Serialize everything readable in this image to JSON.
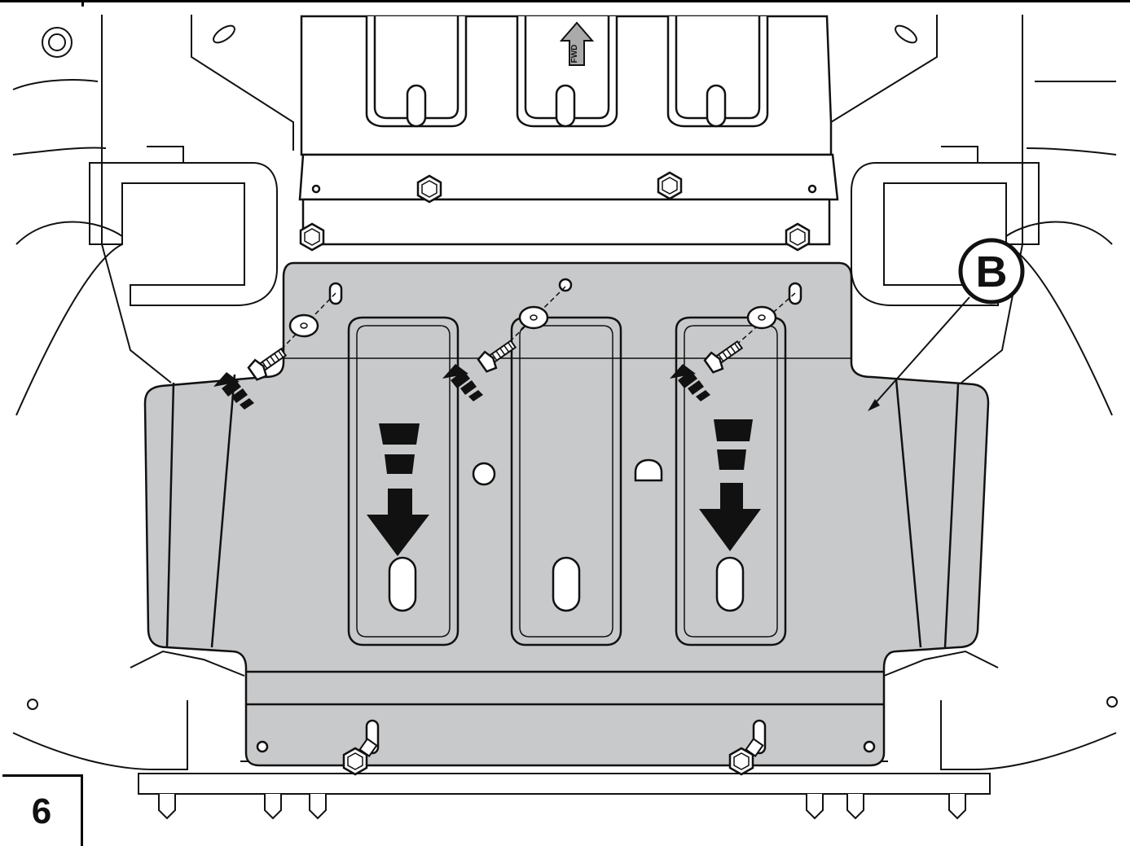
{
  "figure": {
    "step_number": "6",
    "callout_letter": "B",
    "fwd_label": "FWD"
  },
  "colors": {
    "plate_fill": "#c8c9ca",
    "line": "#111111",
    "background": "#ffffff",
    "arrow": "#111111"
  },
  "icons": [
    "bolt-icon",
    "washer-icon",
    "insertion-arrow-icon",
    "direction-arrow-icon",
    "fwd-arrow-icon"
  ]
}
